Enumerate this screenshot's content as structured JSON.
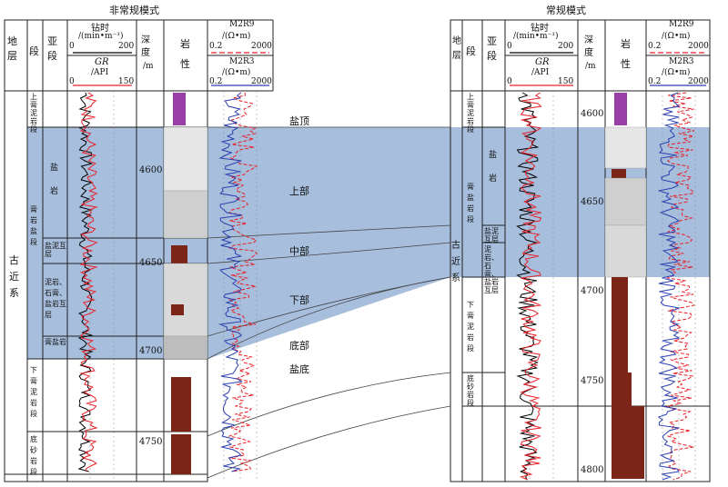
{
  "titles": {
    "left": "非常规模式",
    "right": "常规模式"
  },
  "headers": {
    "stratum": "地层",
    "section": "段",
    "subsection": "亚段",
    "drill_time": "钻时",
    "drill_unit": "/(min•m⁻¹)",
    "gr": "GR",
    "gr_unit": "/API",
    "depth": "深度",
    "depth_unit": "/m",
    "lithology": "岩性",
    "m2r9": "M2R9",
    "m2r3": "M2R3",
    "ohm_unit": "/(Ω•m)"
  },
  "scales": {
    "drill_min": "0",
    "drill_max": "200",
    "gr_min": "0",
    "gr_max": "150",
    "res_min": "0.2",
    "res_max": "2000"
  },
  "left_column": {
    "system": "古近系",
    "sections": [
      "上膏泥岩段",
      "膏岩盐段",
      "下膏泥岩段",
      "底砂岩段"
    ],
    "subsections": [
      "盐岩",
      "盐泥互层",
      "泥岩、石膏、盐岩互层",
      "膏盐岩"
    ],
    "depths": [
      "4600",
      "4650",
      "4700",
      "4750"
    ]
  },
  "right_column": {
    "system": "古近系",
    "sections": [
      "上膏泥岩段",
      "膏盐岩段",
      "下膏泥岩段",
      "底砂岩段"
    ],
    "subsections": [
      "盐岩",
      "盐泥互层",
      "泥岩、石膏、盐岩互层"
    ],
    "depths": [
      "4600",
      "4650",
      "4700",
      "4750",
      "4800"
    ]
  },
  "zone_labels": [
    "盐顶",
    "上部",
    "中部",
    "下部",
    "底部",
    "盐底"
  ],
  "colors": {
    "salt_zone": "#a7bfdc",
    "drill_curve": "#000000",
    "gr_curve": "#e8202a",
    "m2r9_curve": "#e8202a",
    "m2r3_curve": "#2c3fb0",
    "mudstone": "#7b2418",
    "gypsum_mud": "#9a3fa8"
  }
}
